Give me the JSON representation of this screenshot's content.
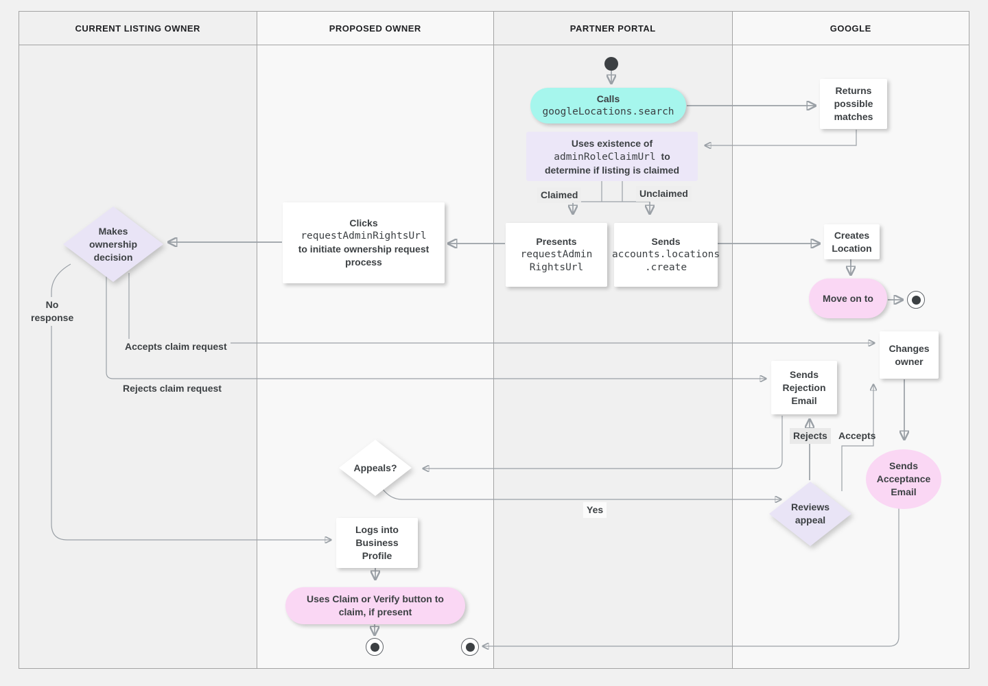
{
  "lanes": [
    {
      "label": "CURRENT LISTING OWNER"
    },
    {
      "label": "PROPOSED OWNER"
    },
    {
      "label": "PARTNER PORTAL"
    },
    {
      "label": "GOOGLE"
    }
  ],
  "nodes": {
    "calls": {
      "title": "Calls",
      "code": "googleLocations.search"
    },
    "returns_matches": {
      "label": "Returns possible matches"
    },
    "claim_check": {
      "text_before": "Uses existence of",
      "code": "adminRoleClaimUrl",
      "text_after": "to determine if listing is claimed"
    },
    "presents_url": {
      "title": "Presents",
      "code_lines": [
        "requestAdmin",
        "RightsUrl"
      ]
    },
    "sends_create": {
      "title": "Sends",
      "code_lines": [
        "accounts.locations",
        ".create"
      ]
    },
    "creates_location": {
      "label": "Creates Location"
    },
    "move_on": {
      "label": "Move on to"
    },
    "clicks_url": {
      "title": "Clicks",
      "code": "requestAdminRightsUrl",
      "subtitle": "to initiate ownership request process"
    },
    "ownership_decision": {
      "label": "Makes ownership decision"
    },
    "changes_owner": {
      "label": "Changes owner"
    },
    "sends_rejection": {
      "label": "Sends Rejection Email"
    },
    "sends_acceptance": {
      "label": "Sends Acceptance Email"
    },
    "appeals": {
      "label": "Appeals?"
    },
    "reviews_appeal": {
      "label": "Reviews appeal"
    },
    "logs_in": {
      "label": "Logs into Business Profile"
    },
    "claim_verify": {
      "label": "Uses Claim or Verify button to claim, if present"
    }
  },
  "edge_labels": {
    "claimed": "Claimed",
    "unclaimed": "Unclaimed",
    "no_response": "No response",
    "accepts_claim": "Accepts claim request",
    "rejects_claim": "Rejects claim request",
    "rejects": "Rejects",
    "accepts": "Accepts",
    "yes": "Yes"
  },
  "colors": {
    "teal": "#a6f6ed",
    "lavender": "#ece7f8",
    "lavender2": "#e9e4f6",
    "pink": "#fad7f4",
    "node-text": "#3c4043",
    "line": "#9aa0a6",
    "arrow": "#7f858a"
  }
}
